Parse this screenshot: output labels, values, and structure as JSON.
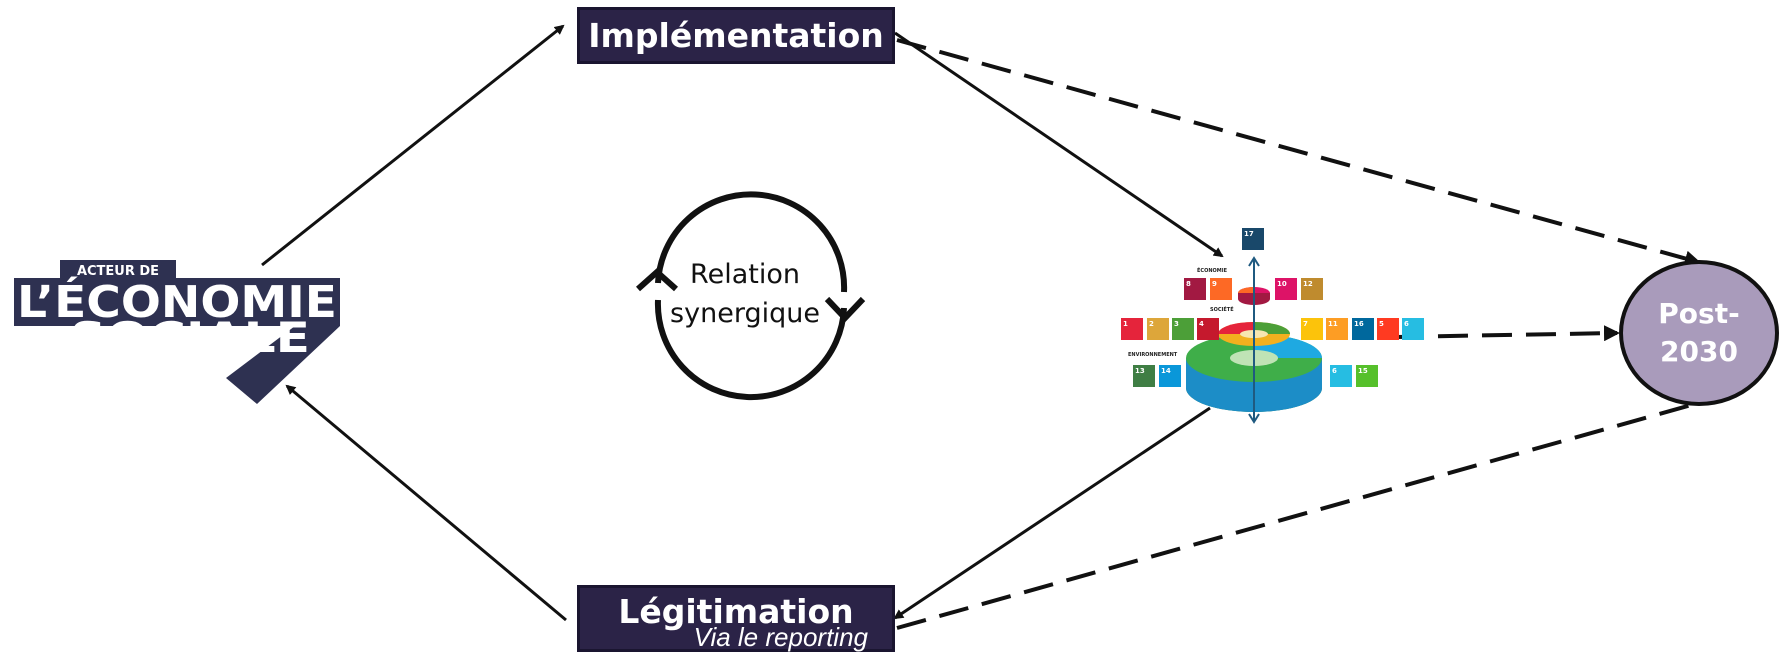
{
  "logo": {
    "line1": "ACTEUR DE",
    "line2": "L’ÉCONOMIE",
    "line3": "SOCIALE",
    "color": "#2e3151"
  },
  "nodes": {
    "implementation": "Implémentation",
    "legitimation": "Légitimation",
    "legitimation_sub": "Via le reporting",
    "post": "Post-2030"
  },
  "cycle": {
    "label": "Relation synergique"
  },
  "sdg": {
    "labels": {
      "economy": "ÉCONOMIE",
      "society": "SOCIÉTÉ",
      "environment": "ENVIRONNEMENT"
    },
    "icon_numbers": {
      "top": [
        "17"
      ],
      "economy": [
        "8",
        "9",
        "10",
        "12"
      ],
      "society": [
        "1",
        "2",
        "3",
        "4",
        "7",
        "11",
        "16",
        "5",
        "6"
      ],
      "environment": [
        "13",
        "14",
        "6",
        "15"
      ]
    },
    "colors": {
      "1": "#e5243b",
      "2": "#dda63a",
      "3": "#4c9f38",
      "4": "#c5192d",
      "5": "#ff3a21",
      "6": "#26bde2",
      "7": "#fcc30b",
      "8": "#a21942",
      "9": "#fd6925",
      "10": "#dd1367",
      "11": "#fd9d24",
      "12": "#bf8b2e",
      "13": "#3f7e44",
      "14": "#0a97d9",
      "15": "#56c02b",
      "16": "#00689d",
      "17": "#19486a"
    }
  },
  "colors": {
    "box_fill": "#2b2347",
    "circle_fill": "#a99bbb",
    "arrow": "#111111"
  }
}
